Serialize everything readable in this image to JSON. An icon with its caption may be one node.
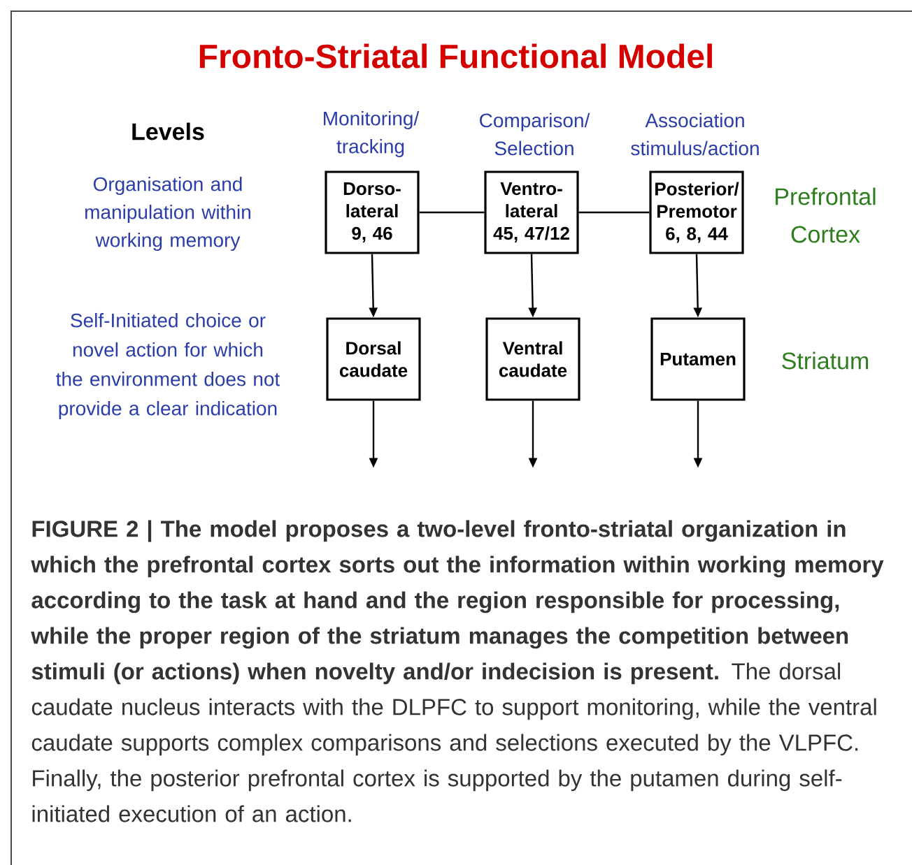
{
  "diagram": {
    "title": "Fronto-Striatal Functional Model",
    "caption": "**FIGURE 2 | The model proposes a two-level fronto-striatal organization in which the prefrontal cortex sorts out the information within working memory according to the task at hand and the region responsible for processing, while the proper region of the striatum manages the competition between stimuli (or actions) when novelty and/or indecision is present.** The dorsal caudate nucleus interacts with the DLPFC to support monitoring, while the ventral caudate supports complex comparisons and selections executed by the VLPFC. Finally, the posterior prefrontal cortex is supported by the putamen during self-initiated execution of an action.",
    "nodes": [
      {
        "text": [
          "Dorso- lateral",
          "9, 46"
        ]
      },
      {
        "text": [
          "Ventro- lateral",
          "45, 47/12"
        ]
      },
      {
        "text": [
          "Posterior/ Premotor",
          "6, 8, 44"
        ]
      },
      {
        "text": [
          "Dorsal caudate"
        ]
      },
      {
        "text": [
          "Ventral caudate"
        ]
      },
      {
        "text": [
          "Putamen"
        ]
      }
    ],
    "edges": [
      {
        "from": 0,
        "to": 1,
        "arrow": "none"
      },
      {
        "from": 1,
        "to": 2,
        "arrow": "none"
      },
      {
        "from": 0,
        "to": 3,
        "arrow": "to"
      },
      {
        "from": 1,
        "to": 4,
        "arrow": "to"
      },
      {
        "from": 2,
        "to": 5,
        "arrow": "to"
      },
      {
        "from": 3,
        "to": null,
        "arrow": "to"
      },
      {
        "from": 4,
        "to": null,
        "arrow": "to"
      },
      {
        "from": 5,
        "to": null,
        "arrow": "to"
      }
    ],
    "labels": [
      "Levels",
      "Monitoring/ tracking",
      "Comparison/ Selection",
      "Association stimulus/action",
      "Organisation and manipulation within working memory",
      "Prefrontal Cortex",
      "Self-Initiated choice or novel action for which the environment does not provide a clear indication",
      "Striatum"
    ]
  }
}
